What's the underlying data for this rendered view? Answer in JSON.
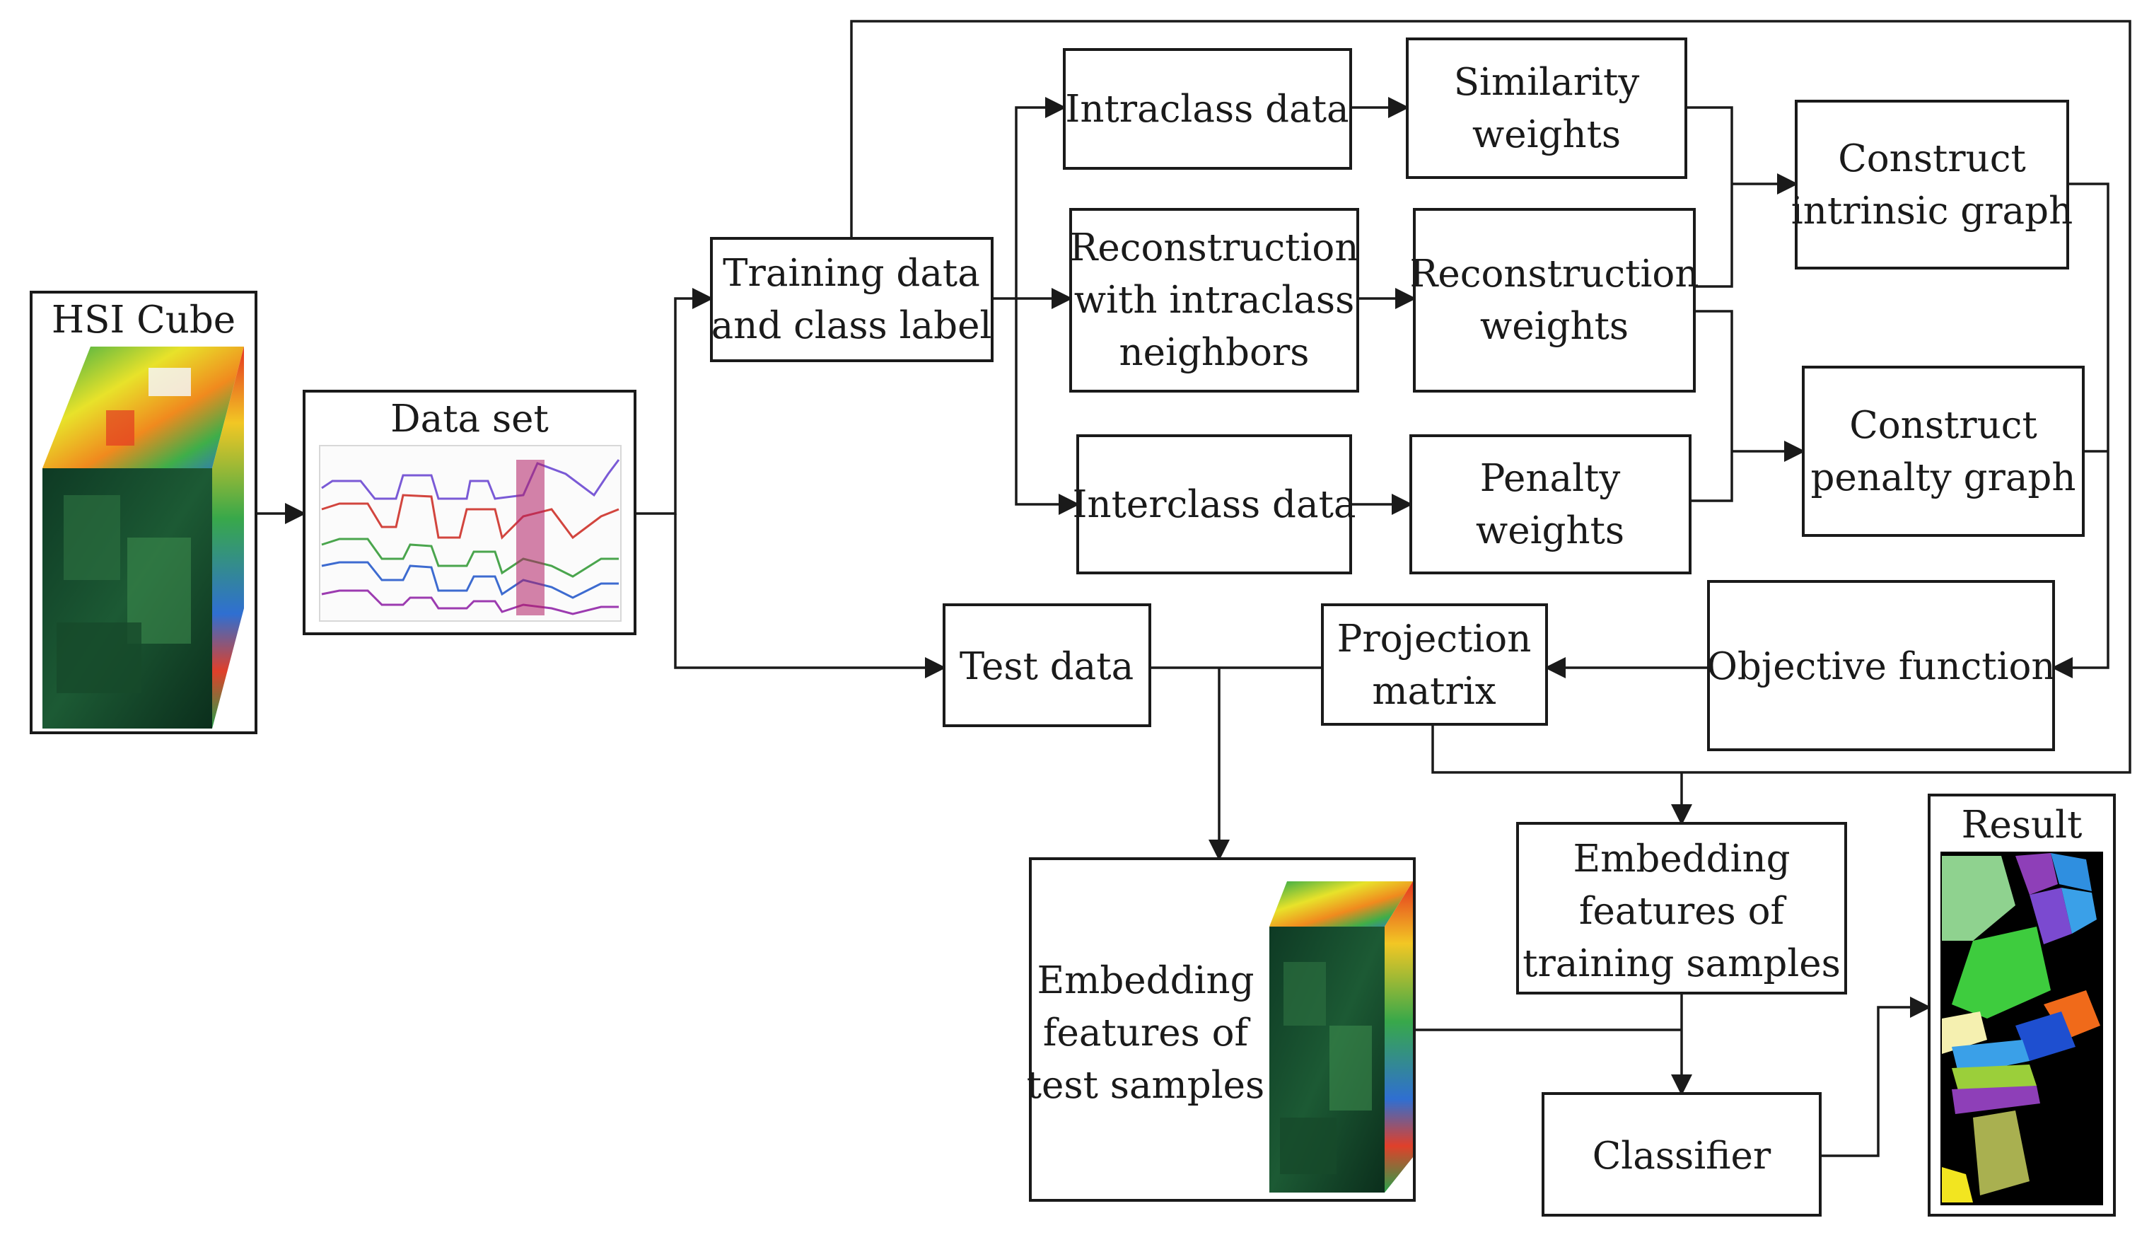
{
  "diagram": {
    "hsi_cube": {
      "title": "HSI Cube"
    },
    "data_set": {
      "title": "Data set"
    },
    "training_data": {
      "lines": [
        "Training data",
        "and class label"
      ]
    },
    "intraclass_data": {
      "lines": [
        "Intraclass data"
      ]
    },
    "reconstruction_intraclass": {
      "lines": [
        "Reconstruction",
        "with intraclass",
        "neighbors"
      ]
    },
    "interclass_data": {
      "lines": [
        "Interclass data"
      ]
    },
    "similarity_weights": {
      "lines": [
        "Similarity",
        "weights"
      ]
    },
    "reconstruction_weights": {
      "lines": [
        "Reconstruction",
        "weights"
      ]
    },
    "penalty_weights": {
      "lines": [
        "Penalty",
        "weights"
      ]
    },
    "construct_intrinsic_graph": {
      "lines": [
        "Construct",
        "intrinsic graph"
      ]
    },
    "construct_penalty_graph": {
      "lines": [
        "Construct",
        "penalty graph"
      ]
    },
    "objective_function": {
      "lines": [
        "Objective function"
      ]
    },
    "projection_matrix": {
      "lines": [
        "Projection",
        "matrix"
      ]
    },
    "test_data": {
      "lines": [
        "Test data"
      ]
    },
    "embedding_test": {
      "lines": [
        "Embedding",
        "features of",
        "test samples"
      ]
    },
    "embedding_training": {
      "lines": [
        "Embedding",
        "features of",
        "training samples"
      ]
    },
    "classifier": {
      "lines": [
        "Classifier"
      ]
    },
    "result": {
      "title": "Result"
    }
  }
}
